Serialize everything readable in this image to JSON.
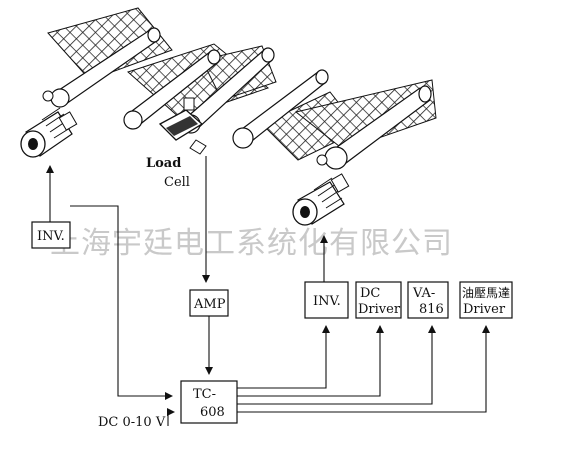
{
  "diagram": {
    "load_cell_label_1": "Load",
    "load_cell_label_2": "Cell",
    "inv_left_label": "INV.",
    "amp_label": "AMP",
    "tc608_line1": "TC-",
    "tc608_line2": "608",
    "dc_signal_label": "DC 0-10 V",
    "inv_right_label": "INV.",
    "dc_driver_line1": "DC",
    "dc_driver_line2": "Driver",
    "va816_line1": "VA-",
    "va816_line2": "816",
    "hydraulic_driver_line1": "油壓馬達",
    "hydraulic_driver_line2": "Driver"
  },
  "watermark": "上海宇廷电工系统化有限公司",
  "colors": {
    "line": "#111111",
    "watermark": "#c9c9c9",
    "background": "#ffffff"
  }
}
